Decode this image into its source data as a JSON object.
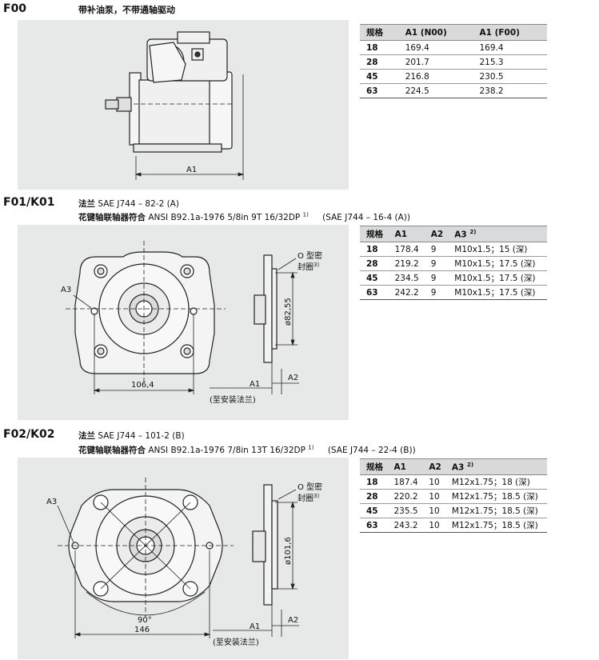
{
  "f00": {
    "code": "F00",
    "title": "带补油泵，不带通轴驱动",
    "dim_a1": "A1",
    "table": {
      "headers": [
        "规格",
        "A1 (N00)",
        "A1 (F00)"
      ],
      "rows": [
        [
          "18",
          "169.4",
          "169.4"
        ],
        [
          "28",
          "201.7",
          "215.3"
        ],
        [
          "45",
          "216.8",
          "230.5"
        ],
        [
          "63",
          "224.5",
          "238.2"
        ]
      ]
    }
  },
  "f01": {
    "code": "F01/K01",
    "title_label": "法兰",
    "title_rest": "SAE J744 – 82-2 (A)",
    "sub_label": "花键轴联轴器符合",
    "sub_rest": "ANSI B92.1a-1976     5/8in 9T 16/32DP",
    "sub_sup": "1)",
    "sub_extra": "(SAE J744 – 16-4 (A))",
    "labels": {
      "a3": "A3",
      "width": "106,4",
      "diameter": "ø82,55",
      "oring_line1": "O 型密",
      "oring_line2": "封圈",
      "oring_sup": "3)",
      "a1": "A1",
      "a2": "A2",
      "note": "(至安装法兰)"
    },
    "table": {
      "headers": [
        "规格",
        "A1",
        "A2",
        "A3"
      ],
      "a3_sup": "2)",
      "rows": [
        [
          "18",
          "178.4",
          "9",
          "M10x1.5；15 (深)"
        ],
        [
          "28",
          "219.2",
          "9",
          "M10x1.5；17.5 (深)"
        ],
        [
          "45",
          "234.5",
          "9",
          "M10x1.5；17.5 (深)"
        ],
        [
          "63",
          "242.2",
          "9",
          "M10x1.5；17.5 (深)"
        ]
      ]
    }
  },
  "f02": {
    "code": "F02/K02",
    "title_label": "法兰",
    "title_rest": "SAE J744 – 101-2 (B)",
    "sub_label": "花键轴联轴器符合",
    "sub_rest": "ANSI B92.1a-1976     7/8in 13T 16/32DP",
    "sub_sup": "1)",
    "sub_extra": "(SAE J744 – 22-4 (B))",
    "labels": {
      "a3": "A3",
      "angle": "90°",
      "width": "146",
      "diameter": "ø101,6",
      "oring_line1": "O 型密",
      "oring_line2": "封圈",
      "oring_sup": "3)",
      "a1": "A1",
      "a2": "A2",
      "note": "(至安装法兰)"
    },
    "table": {
      "headers": [
        "规格",
        "A1",
        "A2",
        "A3"
      ],
      "a3_sup": "2)",
      "rows": [
        [
          "18",
          "187.4",
          "10",
          "M12x1.75；18 (深)"
        ],
        [
          "28",
          "220.2",
          "10",
          "M12x1.75；18.5 (深)"
        ],
        [
          "45",
          "235.5",
          "10",
          "M12x1.75；18.5 (深)"
        ],
        [
          "63",
          "243.2",
          "10",
          "M12x1.75；18.5 (深)"
        ]
      ]
    }
  }
}
